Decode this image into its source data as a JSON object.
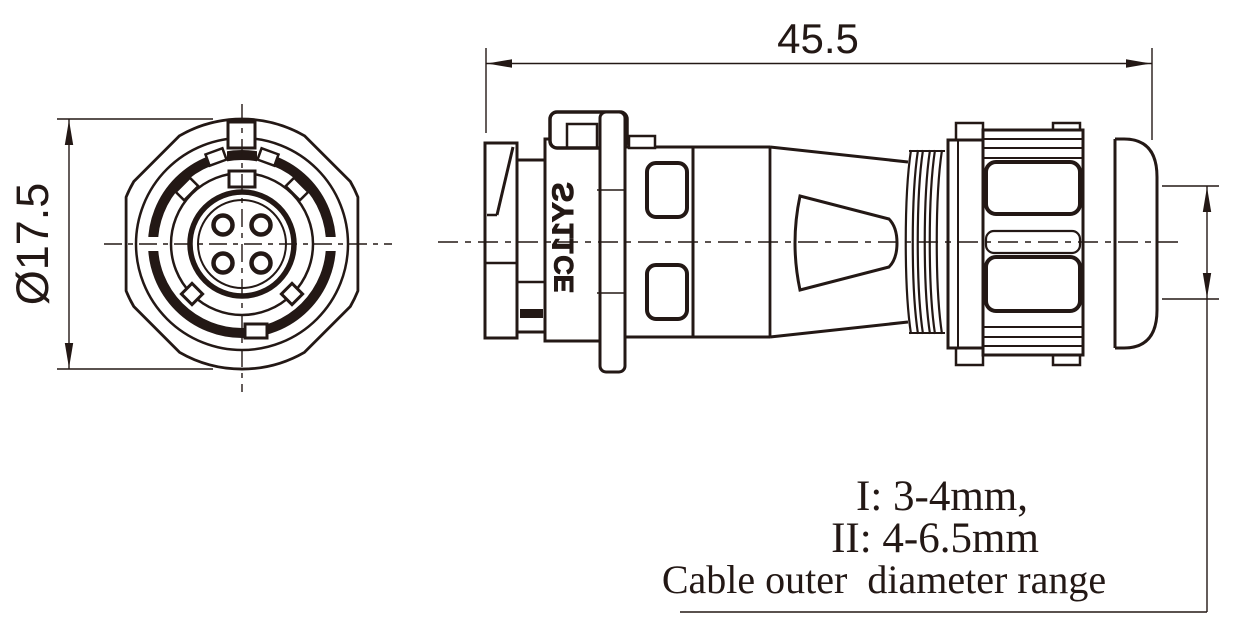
{
  "colors": {
    "background": "#ffffff",
    "ink": "#231815"
  },
  "front_view": {
    "diameter_dimension": "Ø17.5",
    "pin_count": 4
  },
  "side_view": {
    "length_dimension": "45.5",
    "marking_line1": "SY11",
    "marking_line2": "CE"
  },
  "cable_note": {
    "line1": "I: 3-4mm,",
    "line2": "II: 4-6.5mm",
    "line3": "Cable outer  diameter range"
  }
}
